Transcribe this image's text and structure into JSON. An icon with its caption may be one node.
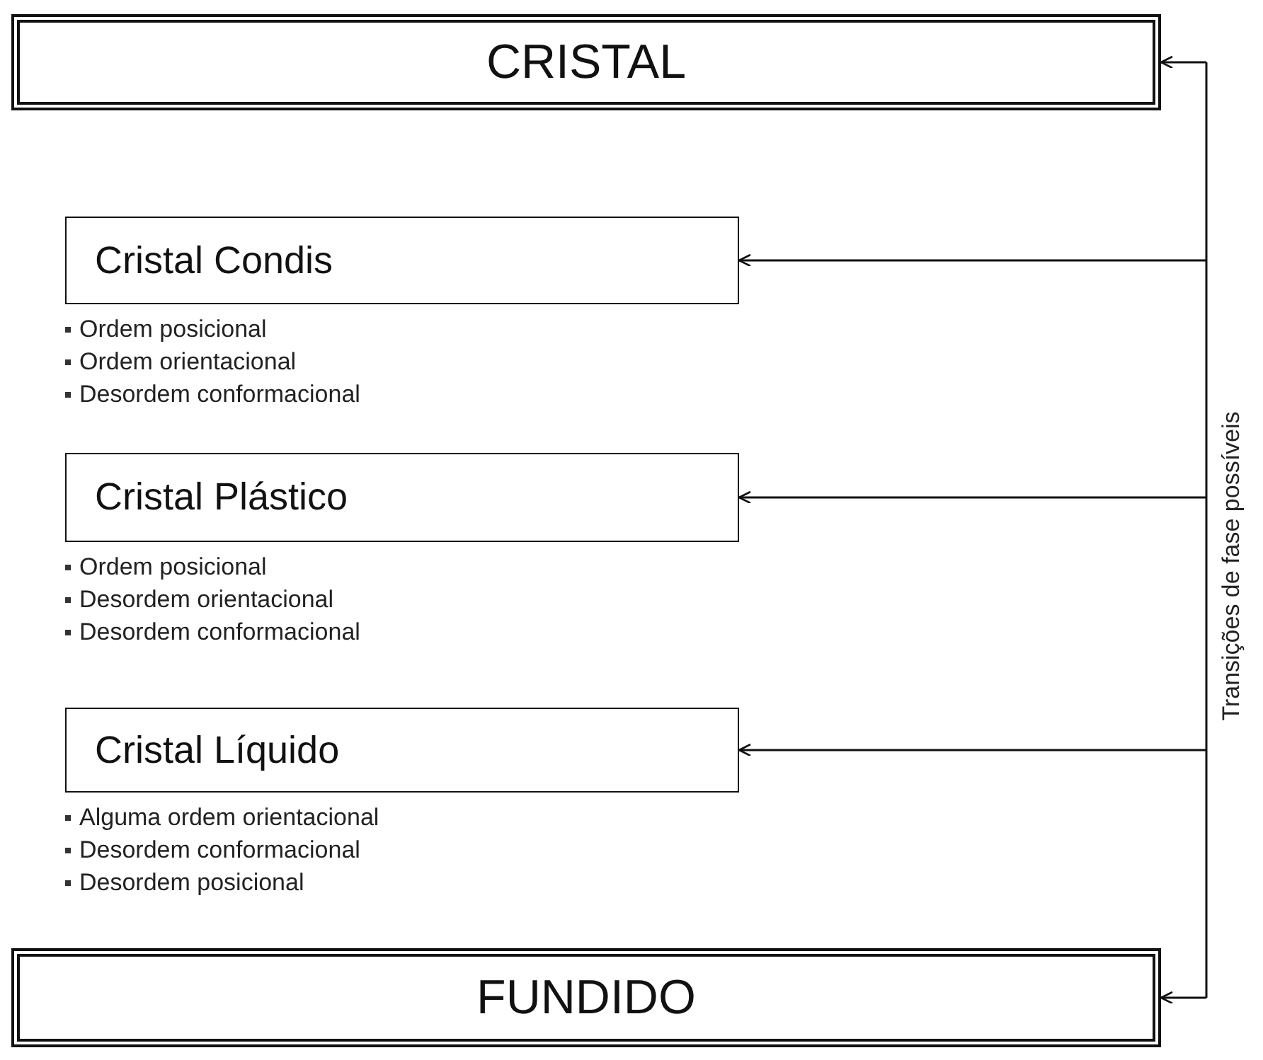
{
  "diagram": {
    "nodes": [
      {
        "text": [
          "CRISTAL"
        ]
      },
      {
        "text": [
          "Cristal Condis"
        ],
        "beside": [
          "Ordem posicional",
          "Ordem orientacional",
          "Desordem conformacional"
        ]
      },
      {
        "text": [
          "Cristal Plástico"
        ],
        "beside": [
          "Ordem posicional",
          "Desordem orientacional",
          "Desordem conformacional"
        ]
      },
      {
        "text": [
          "Cristal Líquido"
        ],
        "beside": [
          "Alguma ordem orientacional",
          "Desordem conformacional",
          "Desordem posicional"
        ]
      },
      {
        "text": [
          "FUNDIDO"
        ]
      }
    ],
    "edges": [
      {
        "from": null,
        "to": 0,
        "arrow": "to"
      },
      {
        "from": null,
        "to": 1,
        "arrow": "to"
      },
      {
        "from": null,
        "to": 2,
        "arrow": "to"
      },
      {
        "from": null,
        "to": 3,
        "arrow": "to"
      },
      {
        "from": null,
        "to": 4,
        "arrow": "to"
      }
    ],
    "labels": [
      "Transições de fase possíveis"
    ]
  }
}
